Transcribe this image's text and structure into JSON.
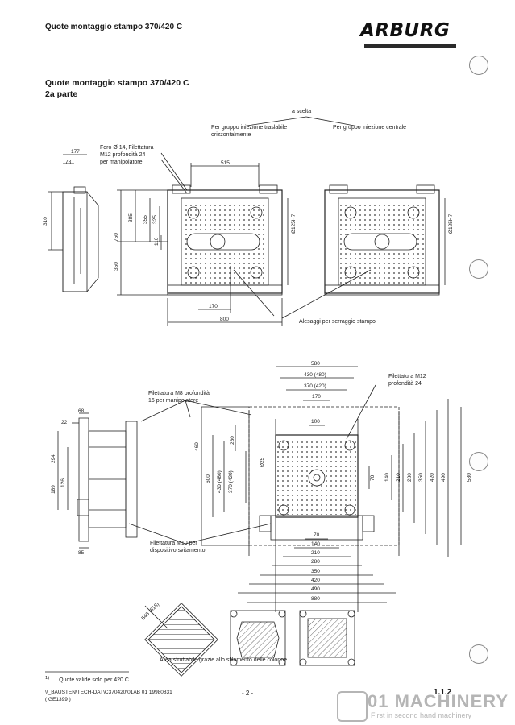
{
  "header": {
    "title": "Quote montaggio stampo 370/420 C",
    "logo": "ARBURG"
  },
  "section": {
    "title_line1": "Quote montaggio stampo 370/420 C",
    "title_line2": "2a parte"
  },
  "notes": {
    "a_scelta": "a scelta",
    "per_traslabile": "Per gruppo iniezione traslabile orizzontalmente",
    "per_centrale": "Per gruppo iniezione centrale",
    "foro_line1": "Foro Ø 14, Filettatura",
    "foro_line2": "M12 profondità 24",
    "foro_line3": "per manipolatore",
    "alesaggi": "Alesaggi per serraggio stampo",
    "filettatura_m12_line1": "Filettatura M12",
    "filettatura_m12_line2": "profondità 24",
    "filettatura_m8_line1": "Filettatura M8 profondità",
    "filettatura_m8_line2": "16 per manipolatore",
    "filettatura_m10_line1": "Filettatura M10 per",
    "filettatura_m10_line2": "dispositivo svitamento",
    "area": "Area sfruttabile grazie allo sfilamento delle colonne"
  },
  "dims_top": {
    "d177": "177",
    "d78": "78",
    "d310": "310",
    "d750": "750",
    "d350": "350",
    "d385": "385",
    "d355": "355",
    "d325": "325",
    "d110": "110",
    "d515": "515",
    "d170": "170",
    "d800": "800",
    "d125h7": "Ø125H7",
    "d125h7b": "Ø125H7"
  },
  "dims_bottom": {
    "d580": "580",
    "d430_480": "430 (480)",
    "d370_420": "370 (420)",
    "d170": "170",
    "d100": "100",
    "d68": "68",
    "d22": "22",
    "d294": "294",
    "d189": "189",
    "d126": "126",
    "d85": "85",
    "d460": "460",
    "d260": "260",
    "d600": "600",
    "d430v": "430 (480)",
    "d370v": "370 (420)",
    "d25": "Ø25",
    "d70v": "70",
    "d140v": "140",
    "d210v": "210",
    "d280v": "280",
    "d350v": "350",
    "d420v": "420",
    "d490v": "490",
    "d580v": "580",
    "h70": "70",
    "h140": "140",
    "h210": "210",
    "h280": "280",
    "h350": "350",
    "h420": "420",
    "h490": "490",
    "h880": "880",
    "d548": "548 (618)"
  },
  "footnote": {
    "marker": "1)",
    "text": "Quote valide solo per 420 C"
  },
  "footer": {
    "path": "\\\\_BAUSTEN\\TECH-DAT\\C370420\\01AB  01  19980831",
    "code": "( GE1399 )",
    "page": "- 2 -",
    "section_num": "1.1.2"
  },
  "watermark": {
    "brand": "01 MACHINERY",
    "tagline": "First in second hand machinery"
  }
}
